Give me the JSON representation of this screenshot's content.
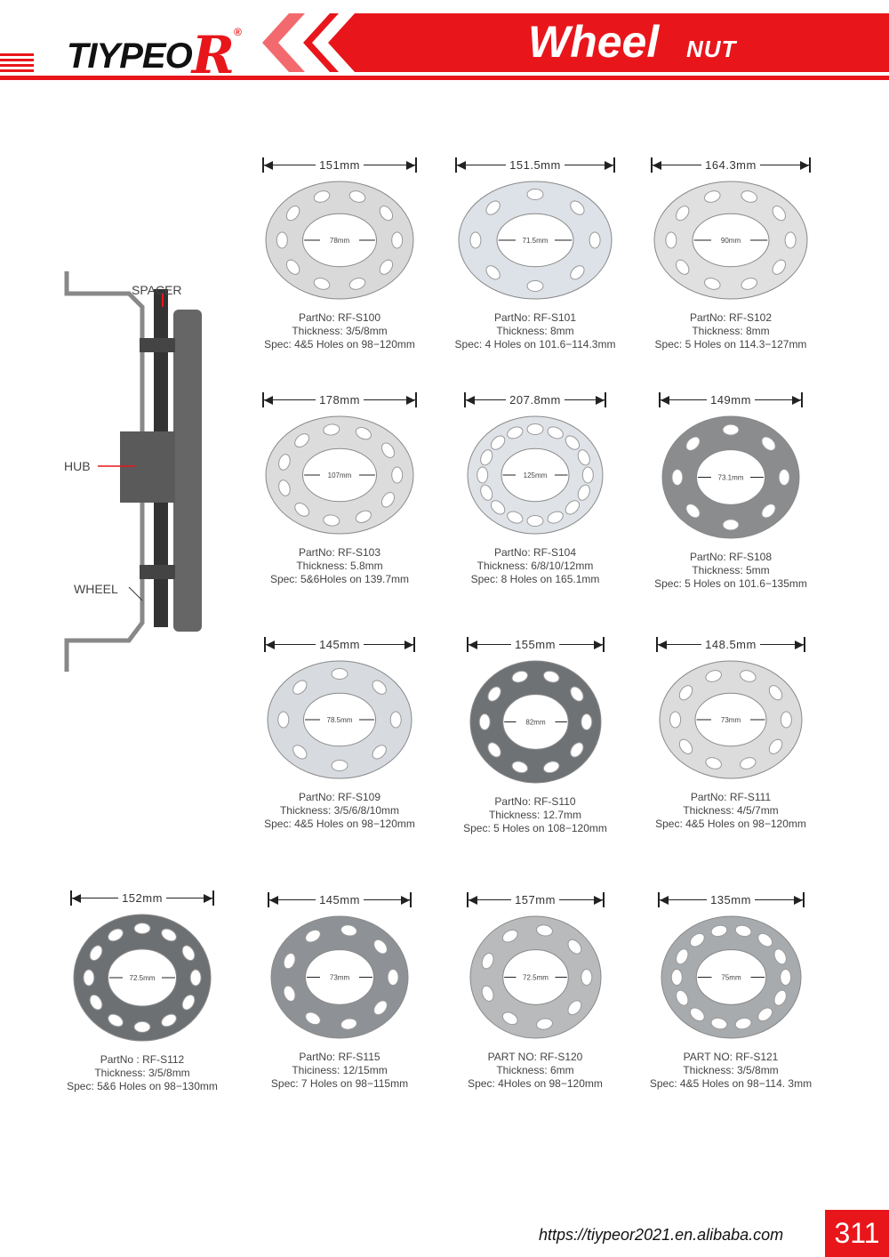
{
  "header": {
    "brand": "TIYPEO",
    "brand_r": "R",
    "registered": "®",
    "title": "Wheel",
    "subtitle": "NUT"
  },
  "diagram": {
    "labels": {
      "spacer": "SPACER",
      "hub": "HUB",
      "wheel": "WHEEL"
    }
  },
  "colors": {
    "accent": "#e8161b"
  },
  "products": [
    {
      "width": "151mm",
      "inner": "78mm",
      "part": "PartNo: RF-S100",
      "thickness": "Thickness: 3/5/8mm",
      "spec": "Spec: 4&5  Holes  on 98−120mm",
      "holes": 10,
      "shade": "#d9d9d9"
    },
    {
      "width": "151.5mm",
      "inner": "71.5mm",
      "part": "PartNo: RF-S101",
      "thickness": "Thickness: 8mm",
      "spec": "Spec: 4 Holes on 101.6−114.3mm",
      "holes": 8,
      "shade": "#dde2e8"
    },
    {
      "width": "164.3mm",
      "inner": "90mm",
      "part": "PartNo: RF-S102",
      "thickness": "Thickness: 8mm",
      "spec": "Spec: 5 Holes on 114.3−127mm",
      "holes": 10,
      "shade": "#e0e0e0"
    },
    {
      "width": "178mm",
      "inner": "107mm",
      "part": "PartNo: RF-S103",
      "thickness": "Thickness: 5.8mm",
      "spec": "Spec: 5&6Holes  on 139.7mm",
      "holes": 11,
      "shade": "#dcdcdc"
    },
    {
      "width": "207.8mm",
      "inner": "125mm",
      "part": "PartNo: RF-S104",
      "thickness": "Thickness: 6/8/10/12mm",
      "spec": "Spec: 8 Holes on 165.1mm",
      "holes": 16,
      "shade": "#dfe3e8"
    },
    {
      "width": "149mm",
      "inner": "73.1mm",
      "part": "PartNo: RF-S108",
      "thickness": "Thickness: 5mm",
      "spec": "Spec: 5 Holes on 101.6−135mm",
      "holes": 8,
      "shade": "#8a8c8e"
    },
    {
      "width": "145mm",
      "inner": "78.5mm",
      "part": "PartNo: RF-S109",
      "thickness": "Thickness: 3/5/6/8/10mm",
      "spec": "Spec: 4&5 Holes  on 98−120mm",
      "holes": 8,
      "shade": "#d7dbe0"
    },
    {
      "width": "155mm",
      "inner": "82mm",
      "part": "PartNo: RF-S110",
      "thickness": "Thickness: 12.7mm",
      "spec": "Spec: 5 Holes on 108−120mm",
      "holes": 10,
      "shade": "#6f7275"
    },
    {
      "width": "148.5mm",
      "inner": "73mm",
      "part": "PartNo: RF-S111",
      "thickness": "Thickness: 4/5/7mm",
      "spec": "Spec: 4&5 Holes on 98−120mm",
      "holes": 10,
      "shade": "#dcdcdc"
    },
    {
      "width": "152mm",
      "inner": "72.5mm",
      "part": "PartNo : RF-S112",
      "thickness": "Thickness: 3/5/8mm",
      "spec": "Spec: 5&6 Holes  on 98−130mm",
      "holes": 12,
      "shade": "#6c7073"
    },
    {
      "width": "145mm",
      "inner": "73mm",
      "part": "PartNo: RF-S115",
      "thickness": "Thiciness: 12/15mm",
      "spec": "Spec: 7 Holes  on 98−115mm",
      "holes": 9,
      "shade": "#8e9296"
    },
    {
      "width": "157mm",
      "inner": "72.5mm",
      "part": "PART NO: RF-S120",
      "thickness": "Thickness: 6mm",
      "spec": "Spec: 4Holes on 98−120mm",
      "holes": 9,
      "shade": "#b8babc"
    },
    {
      "width": "135mm",
      "inner": "75mm",
      "part": "PART NO: RF-S121",
      "thickness": "Thickness: 3/5/8mm",
      "spec": "Spec: 4&5 Holes on 98−114. 3mm",
      "holes": 14,
      "shade": "#a8abae"
    }
  ],
  "footer": {
    "url": "https://tiypeor2021.en.alibaba.com",
    "page": "311"
  }
}
